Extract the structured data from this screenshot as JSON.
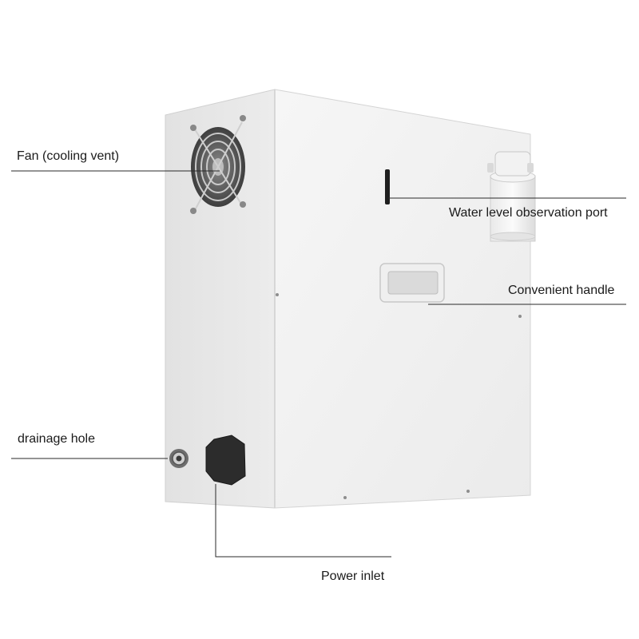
{
  "labels": {
    "fan": "Fan (cooling vent)",
    "water_level": "Water level observation port",
    "handle": "Convenient handle",
    "drainage": "drainage hole",
    "power": "Power inlet"
  },
  "colors": {
    "background": "#ffffff",
    "body_front": "#f1f1f1",
    "body_side": "#e6e6e6",
    "leader_line": "#2a2a2a",
    "fan_grille": "#5a5a5a",
    "power_box": "#2c2c2c"
  }
}
